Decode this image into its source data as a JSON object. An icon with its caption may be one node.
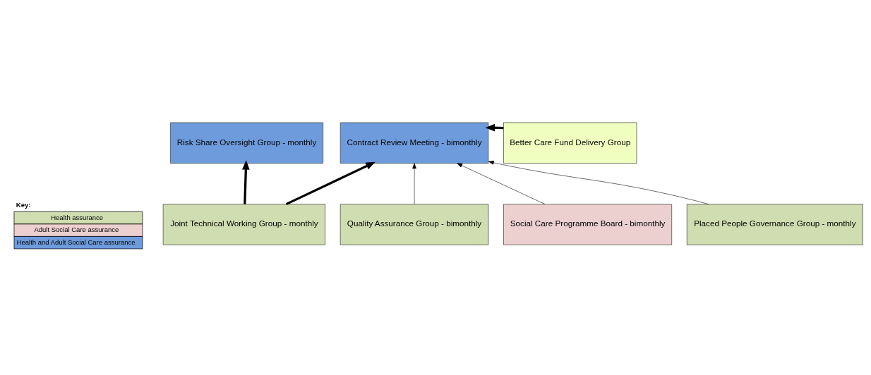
{
  "diagram": {
    "nodes": [
      {
        "text": [
          "Risk Share Oversight Group - monthly"
        ]
      },
      {
        "text": [
          "Contract Review Meeting - bimonthly"
        ]
      },
      {
        "text": [
          "Better Care Fund Delivery Group"
        ]
      },
      {
        "text": [
          "Joint Technical Working Group - monthly"
        ]
      },
      {
        "text": [
          "Quality Assurance Group - bimonthly"
        ]
      },
      {
        "text": [
          "Social Care Programme Board - bimonthly"
        ]
      },
      {
        "text": [
          "Placed People Governance Group - monthly"
        ]
      }
    ],
    "edges": [
      {
        "from": 3,
        "to": 0,
        "arrow": "to",
        "style": "thick"
      },
      {
        "from": 3,
        "to": 1,
        "arrow": "to",
        "style": "thick"
      },
      {
        "from": 2,
        "to": 1,
        "arrow": "to",
        "style": "thick"
      },
      {
        "from": 4,
        "to": 1,
        "arrow": "to"
      },
      {
        "from": 5,
        "to": 1,
        "arrow": "to"
      },
      {
        "from": 6,
        "to": 1,
        "arrow": "to"
      }
    ],
    "labels": [
      "Key:"
    ],
    "legend": [
      {
        "text": "Health assurance",
        "color": "#d0ddb0"
      },
      {
        "text": "Adult Social Care assurance",
        "color": "#eccfcf"
      },
      {
        "text": "Health and Adult Social Care assurance",
        "color": "#6d9bdb"
      }
    ]
  }
}
